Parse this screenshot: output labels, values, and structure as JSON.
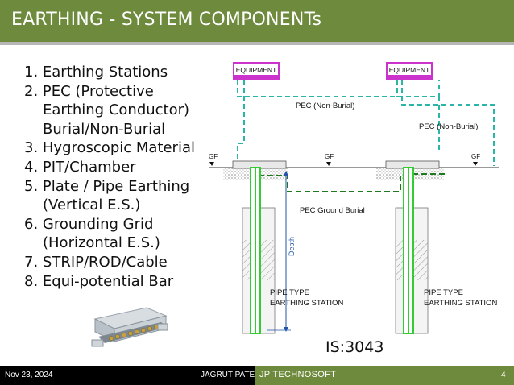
{
  "slide": {
    "title": "EARTHING - SYSTEM COMPONENTs",
    "list": [
      "1.  Earthing Stations",
      "2.  PEC (Protective",
      "Earthing Conductor)",
      "Burial/Non-Burial",
      "3. Hygroscopic Material",
      "4. PIT/Chamber",
      "5. Plate / Pipe Earthing",
      "(Vertical E.S.)",
      "6. Grounding Grid",
      "(Horizontal E.S.)",
      "7. STRIP/ROD/Cable",
      "8. Equi-potential Bar"
    ],
    "standard": "IS:3043"
  },
  "diagram": {
    "equipment_left": "EQUIPMENT",
    "equipment_right": "EQUIPMENT",
    "pec_non_burial_1": "PEC (Non-Burial)",
    "pec_non_burial_2": "PEC (Non-Burial)",
    "gf_1": "GF",
    "gf_2": "GF",
    "gf_3": "GF",
    "pec_ground_burial": "PEC Ground Burial",
    "depth": "Depth",
    "station_left_1": "PIPE TYPE",
    "station_left_2": "EARTHING STATION",
    "station_right_1": "PIPE TYPE",
    "station_right_2": "EARTHING STATION",
    "colors": {
      "equipment": "#cc33cc",
      "pec_non_burial": "#2bb5a6",
      "pec_burial": "#1f7a1f",
      "pipe": "#33cc33",
      "depth": "#2255aa"
    }
  },
  "footer": {
    "date": "Nov 23, 2024",
    "author": "JAGRUT PATEL",
    "company": "JP TECHNOSOFT",
    "page": "4"
  }
}
